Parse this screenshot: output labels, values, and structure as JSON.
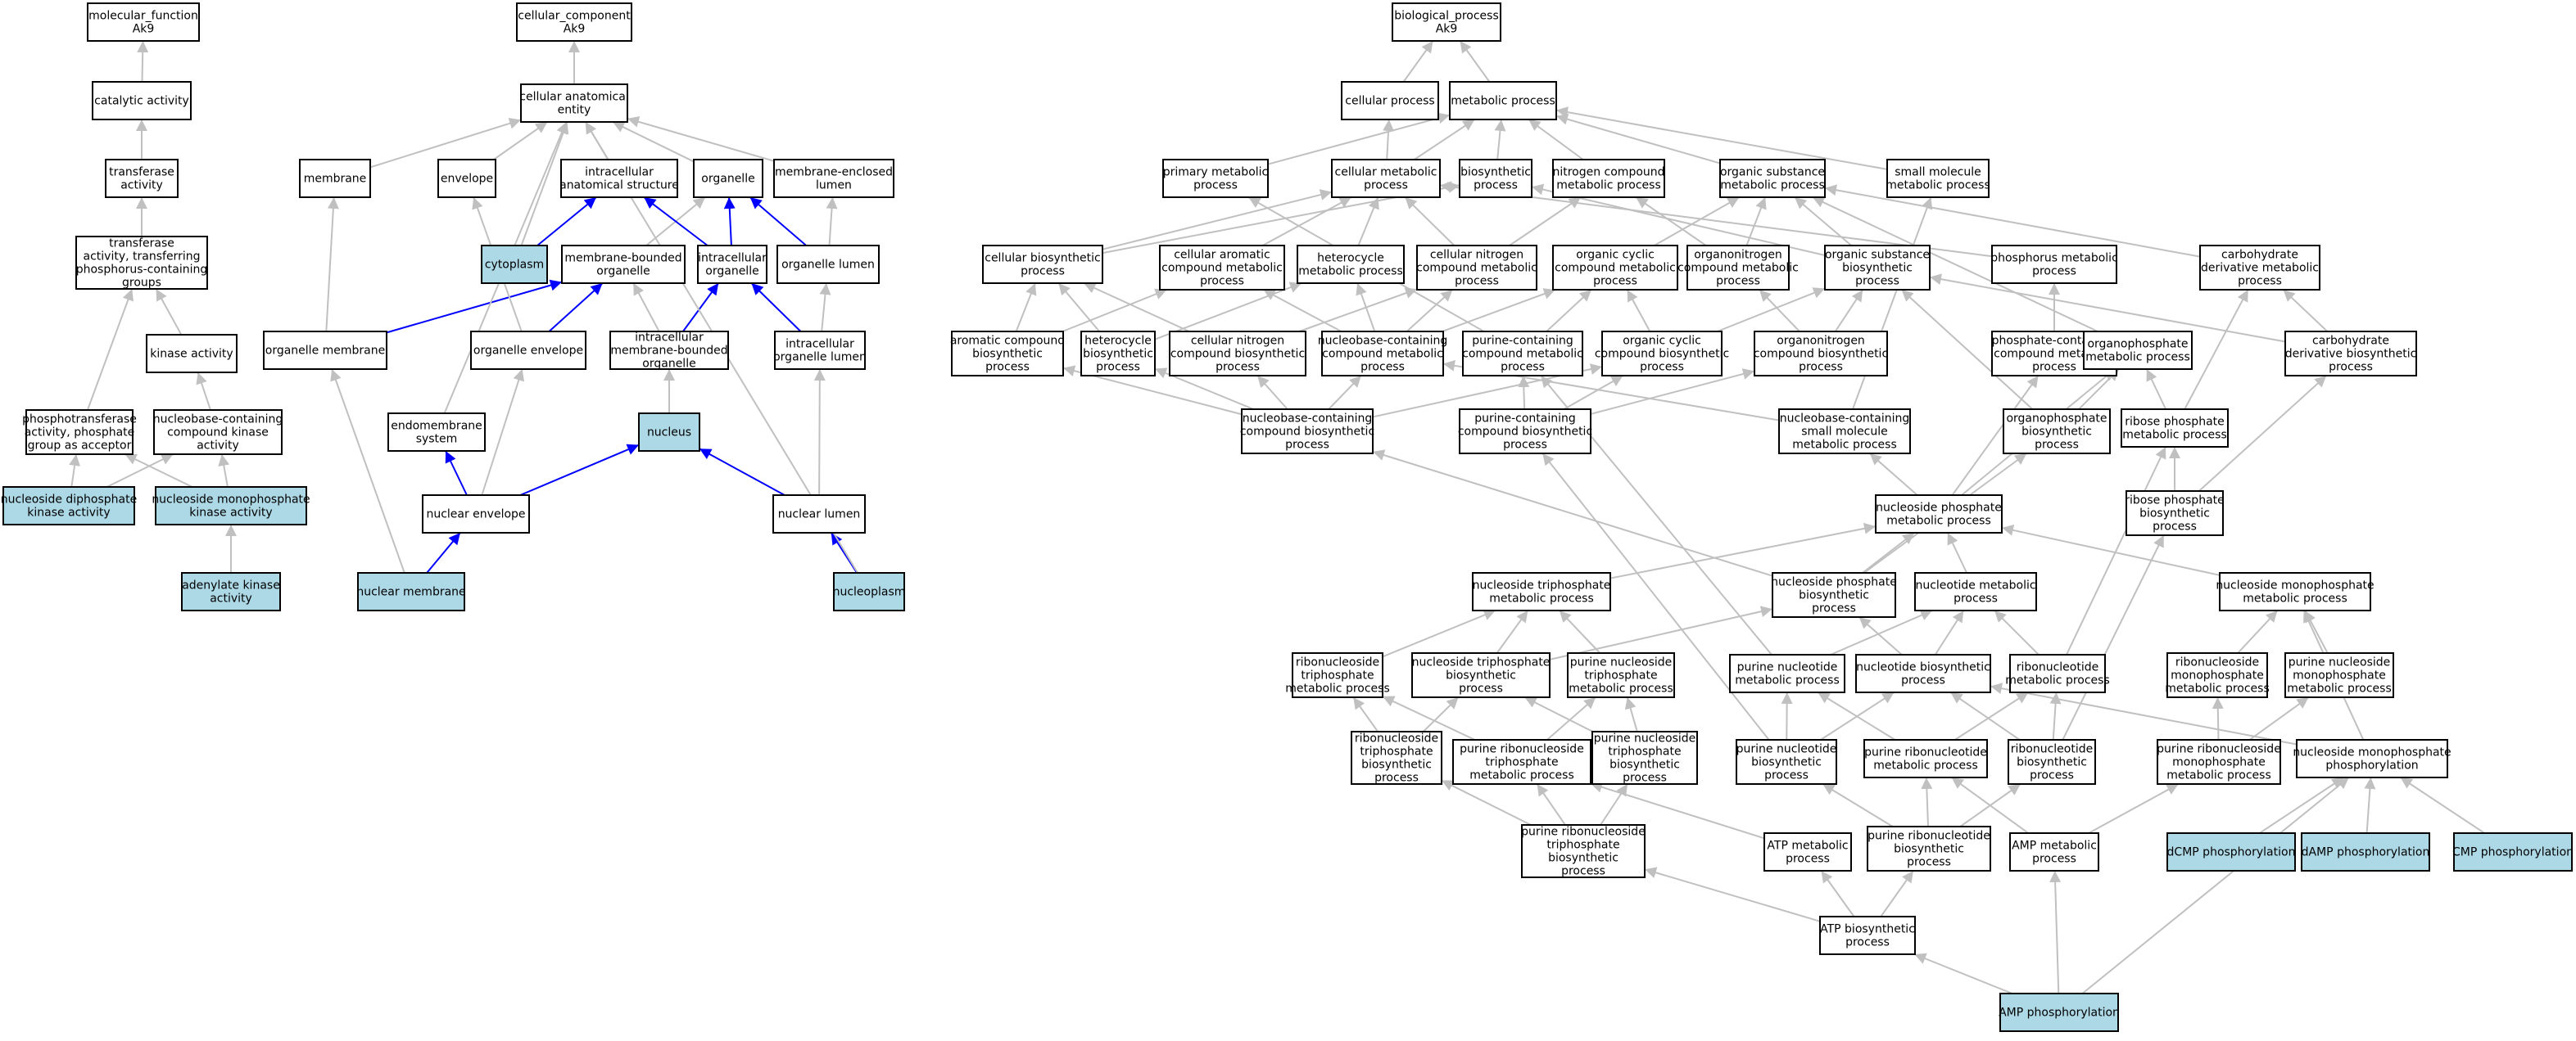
{
  "colors": {
    "node_fill": "#ffffff",
    "highlight_fill": "#add8e6",
    "edge_gray": "#c0c0c0",
    "edge_blue": "#0000ff",
    "border": "#000000"
  },
  "nodes": [
    {
      "id": "mf",
      "lines": [
        "molecular_function",
        "Ak9"
      ]
    },
    {
      "id": "cat",
      "lines": [
        "catalytic activity"
      ]
    },
    {
      "id": "trans",
      "lines": [
        "transferase",
        "activity"
      ]
    },
    {
      "id": "transP",
      "lines": [
        "transferase",
        "activity, transferring",
        "phosphorus-containing",
        "groups"
      ]
    },
    {
      "id": "kin",
      "lines": [
        "kinase activity"
      ]
    },
    {
      "id": "phos",
      "lines": [
        "phosphotransferase",
        "activity, phosphate",
        "group as acceptor"
      ]
    },
    {
      "id": "nbk",
      "lines": [
        "nucleobase-containing",
        "compound kinase",
        "activity"
      ]
    },
    {
      "id": "ndk",
      "lines": [
        "nucleoside diphosphate",
        "kinase activity"
      ],
      "hl": true
    },
    {
      "id": "nmk",
      "lines": [
        "nucleoside monophosphate",
        "kinase activity"
      ],
      "hl": true
    },
    {
      "id": "adk",
      "lines": [
        "adenylate kinase",
        "activity"
      ],
      "hl": true
    },
    {
      "id": "cc",
      "lines": [
        "cellular_component",
        "Ak9"
      ]
    },
    {
      "id": "cae",
      "lines": [
        "cellular anatomical",
        "entity"
      ]
    },
    {
      "id": "mem",
      "lines": [
        "membrane"
      ]
    },
    {
      "id": "env",
      "lines": [
        "envelope"
      ]
    },
    {
      "id": "ias",
      "lines": [
        "intracellular",
        "anatomical structure"
      ]
    },
    {
      "id": "org",
      "lines": [
        "organelle"
      ]
    },
    {
      "id": "mel",
      "lines": [
        "membrane-enclosed",
        "lumen"
      ]
    },
    {
      "id": "cyto",
      "lines": [
        "cytoplasm"
      ],
      "hl": true
    },
    {
      "id": "mbo",
      "lines": [
        "membrane-bounded",
        "organelle"
      ]
    },
    {
      "id": "io",
      "lines": [
        "intracellular",
        "organelle"
      ]
    },
    {
      "id": "ol",
      "lines": [
        "organelle lumen"
      ]
    },
    {
      "id": "om",
      "lines": [
        "organelle membrane"
      ]
    },
    {
      "id": "oe",
      "lines": [
        "organelle envelope"
      ]
    },
    {
      "id": "imbo",
      "lines": [
        "intracellular",
        "membrane-bounded",
        "organelle"
      ]
    },
    {
      "id": "iol",
      "lines": [
        "intracellular",
        "organelle lumen"
      ]
    },
    {
      "id": "ems",
      "lines": [
        "endomembrane",
        "system"
      ]
    },
    {
      "id": "nuc",
      "lines": [
        "nucleus"
      ],
      "hl": true
    },
    {
      "id": "ne",
      "lines": [
        "nuclear envelope"
      ]
    },
    {
      "id": "nl",
      "lines": [
        "nuclear lumen"
      ]
    },
    {
      "id": "nm",
      "lines": [
        "nuclear membrane"
      ],
      "hl": true
    },
    {
      "id": "np",
      "lines": [
        "nucleoplasm"
      ],
      "hl": true
    },
    {
      "id": "bp",
      "lines": [
        "biological_process",
        "Ak9"
      ]
    },
    {
      "id": "cp",
      "lines": [
        "cellular process"
      ]
    },
    {
      "id": "mp",
      "lines": [
        "metabolic process"
      ]
    },
    {
      "id": "pmp",
      "lines": [
        "primary metabolic",
        "process"
      ]
    },
    {
      "id": "cmp",
      "lines": [
        "cellular metabolic",
        "process"
      ]
    },
    {
      "id": "bsp",
      "lines": [
        "biosynthetic",
        "process"
      ]
    },
    {
      "id": "ncmp",
      "lines": [
        "nitrogen compound",
        "metabolic process"
      ]
    },
    {
      "id": "osmp",
      "lines": [
        "organic substance",
        "metabolic process"
      ]
    },
    {
      "id": "smmp",
      "lines": [
        "small molecule",
        "metabolic process"
      ]
    },
    {
      "id": "cbp",
      "lines": [
        "cellular biosynthetic",
        "process"
      ]
    },
    {
      "id": "cacmp",
      "lines": [
        "cellular aromatic",
        "compound metabolic",
        "process"
      ]
    },
    {
      "id": "hmp",
      "lines": [
        "heterocycle",
        "metabolic process"
      ]
    },
    {
      "id": "cncmp",
      "lines": [
        "cellular nitrogen",
        "compound metabolic",
        "process"
      ]
    },
    {
      "id": "occmp",
      "lines": [
        "organic cyclic",
        "compound metabolic",
        "process"
      ]
    },
    {
      "id": "oncmp",
      "lines": [
        "organonitrogen",
        "compound metabolic",
        "process"
      ]
    },
    {
      "id": "osbp",
      "lines": [
        "organic substance",
        "biosynthetic",
        "process"
      ]
    },
    {
      "id": "phmp",
      "lines": [
        "phosphorus metabolic",
        "process"
      ]
    },
    {
      "id": "cdmp",
      "lines": [
        "carbohydrate",
        "derivative metabolic",
        "process"
      ]
    },
    {
      "id": "acbp",
      "lines": [
        "aromatic compound",
        "biosynthetic",
        "process"
      ]
    },
    {
      "id": "hbp",
      "lines": [
        "heterocycle",
        "biosynthetic",
        "process"
      ]
    },
    {
      "id": "cncbp",
      "lines": [
        "cellular nitrogen",
        "compound biosynthetic",
        "process"
      ]
    },
    {
      "id": "nbcmp",
      "lines": [
        "nucleobase-containing",
        "compound metabolic",
        "process"
      ]
    },
    {
      "id": "pccmp",
      "lines": [
        "purine-containing",
        "compound metabolic",
        "process"
      ]
    },
    {
      "id": "occbp",
      "lines": [
        "organic cyclic",
        "compound biosynthetic",
        "process"
      ]
    },
    {
      "id": "oncbp",
      "lines": [
        "organonitrogen",
        "compound biosynthetic",
        "process"
      ]
    },
    {
      "id": "pcmp",
      "lines": [
        "phosphate-containing",
        "compound metabolic",
        "process"
      ]
    },
    {
      "id": "opmp",
      "lines": [
        "organophosphate",
        "metabolic process"
      ]
    },
    {
      "id": "cdbp",
      "lines": [
        "carbohydrate",
        "derivative biosynthetic",
        "process"
      ]
    },
    {
      "id": "nbcbp",
      "lines": [
        "nucleobase-containing",
        "compound biosynthetic",
        "process"
      ]
    },
    {
      "id": "pccbp",
      "lines": [
        "purine-containing",
        "compound biosynthetic",
        "process"
      ]
    },
    {
      "id": "nbsmmp",
      "lines": [
        "nucleobase-containing",
        "small molecule",
        "metabolic process"
      ]
    },
    {
      "id": "opbp",
      "lines": [
        "organophosphate",
        "biosynthetic",
        "process"
      ]
    },
    {
      "id": "rpmp",
      "lines": [
        "ribose phosphate",
        "metabolic process"
      ]
    },
    {
      "id": "nsphmp",
      "lines": [
        "nucleoside phosphate",
        "metabolic process"
      ]
    },
    {
      "id": "rpbp",
      "lines": [
        "ribose phosphate",
        "biosynthetic",
        "process"
      ]
    },
    {
      "id": "nstpmp",
      "lines": [
        "nucleoside triphosphate",
        "metabolic process"
      ]
    },
    {
      "id": "nsphbp",
      "lines": [
        "nucleoside phosphate",
        "biosynthetic",
        "process"
      ]
    },
    {
      "id": "ntmp",
      "lines": [
        "nucleotide metabolic",
        "process"
      ]
    },
    {
      "id": "nsmpmp",
      "lines": [
        "nucleoside monophosphate",
        "metabolic process"
      ]
    },
    {
      "id": "rntpmp",
      "lines": [
        "ribonucleoside",
        "triphosphate",
        "metabolic process"
      ]
    },
    {
      "id": "ntpbp",
      "lines": [
        "nucleoside triphosphate",
        "biosynthetic",
        "process"
      ]
    },
    {
      "id": "pntpmp",
      "lines": [
        "purine nucleoside",
        "triphosphate",
        "metabolic process"
      ]
    },
    {
      "id": "pntmp",
      "lines": [
        "purine nucleotide",
        "metabolic process"
      ]
    },
    {
      "id": "ntbp",
      "lines": [
        "nucleotide biosynthetic",
        "process"
      ]
    },
    {
      "id": "rntmp",
      "lines": [
        "ribonucleotide",
        "metabolic process"
      ]
    },
    {
      "id": "rnmpmp",
      "lines": [
        "ribonucleoside",
        "monophosphate",
        "metabolic process"
      ]
    },
    {
      "id": "pnmpmp",
      "lines": [
        "purine nucleoside",
        "monophosphate",
        "metabolic process"
      ]
    },
    {
      "id": "rntpbp",
      "lines": [
        "ribonucleoside",
        "triphosphate",
        "biosynthetic",
        "process"
      ]
    },
    {
      "id": "prntpmp",
      "lines": [
        "purine ribonucleoside",
        "triphosphate",
        "metabolic process"
      ]
    },
    {
      "id": "pntpbp",
      "lines": [
        "purine nucleoside",
        "triphosphate",
        "biosynthetic",
        "process"
      ]
    },
    {
      "id": "pntbp",
      "lines": [
        "purine nucleotide",
        "biosynthetic",
        "process"
      ]
    },
    {
      "id": "prntmp",
      "lines": [
        "purine ribonucleotide",
        "metabolic process"
      ]
    },
    {
      "id": "rntbp",
      "lines": [
        "ribonucleotide",
        "biosynthetic",
        "process"
      ]
    },
    {
      "id": "prnmpmp",
      "lines": [
        "purine ribonucleoside",
        "monophosphate",
        "metabolic process"
      ]
    },
    {
      "id": "nsmpph",
      "lines": [
        "nucleoside monophosphate",
        "phosphorylation"
      ]
    },
    {
      "id": "prntpbp",
      "lines": [
        "purine ribonucleoside",
        "triphosphate",
        "biosynthetic",
        "process"
      ]
    },
    {
      "id": "atpmp",
      "lines": [
        "ATP metabolic",
        "process"
      ]
    },
    {
      "id": "prntbp",
      "lines": [
        "purine ribonucleotide",
        "biosynthetic",
        "process"
      ]
    },
    {
      "id": "ampmp",
      "lines": [
        "AMP metabolic",
        "process"
      ]
    },
    {
      "id": "dcmp",
      "lines": [
        "dCMP phosphorylation"
      ],
      "hl": true
    },
    {
      "id": "damp",
      "lines": [
        "dAMP phosphorylation"
      ],
      "hl": true
    },
    {
      "id": "cmpph",
      "lines": [
        "CMP phosphorylation"
      ],
      "hl": true
    },
    {
      "id": "atpbp",
      "lines": [
        "ATP biosynthetic",
        "process"
      ]
    },
    {
      "id": "ampph",
      "lines": [
        "AMP phosphorylation"
      ],
      "hl": true
    }
  ],
  "edges": [
    [
      "cat",
      "mf"
    ],
    [
      "trans",
      "cat"
    ],
    [
      "transP",
      "trans"
    ],
    [
      "kin",
      "transP"
    ],
    [
      "phos",
      "transP"
    ],
    [
      "nbk",
      "kin"
    ],
    [
      "ndk",
      "phos"
    ],
    [
      "ndk",
      "nbk"
    ],
    [
      "nmk",
      "phos"
    ],
    [
      "nmk",
      "nbk"
    ],
    [
      "adk",
      "nmk"
    ],
    [
      "cae",
      "cc"
    ],
    [
      "mem",
      "cae"
    ],
    [
      "env",
      "cae"
    ],
    [
      "ias",
      "cae"
    ],
    [
      "org",
      "cae"
    ],
    [
      "mel",
      "cae"
    ],
    [
      "cyto",
      "cae"
    ],
    [
      "cyto",
      "ias",
      "blue"
    ],
    [
      "mbo",
      "org"
    ],
    [
      "io",
      "org",
      "blue"
    ],
    [
      "io",
      "ias",
      "blue"
    ],
    [
      "ol",
      "mel"
    ],
    [
      "ol",
      "org",
      "blue"
    ],
    [
      "om",
      "mem"
    ],
    [
      "om",
      "mbo",
      "blue"
    ],
    [
      "oe",
      "mbo",
      "blue"
    ],
    [
      "oe",
      "env"
    ],
    [
      "imbo",
      "io",
      "blue"
    ],
    [
      "imbo",
      "mbo"
    ],
    [
      "iol",
      "ol"
    ],
    [
      "iol",
      "io",
      "blue"
    ],
    [
      "ems",
      "cae"
    ],
    [
      "nuc",
      "imbo"
    ],
    [
      "ne",
      "oe"
    ],
    [
      "ne",
      "ems",
      "blue"
    ],
    [
      "ne",
      "nuc",
      "blue"
    ],
    [
      "nl",
      "iol"
    ],
    [
      "nl",
      "nuc",
      "blue"
    ],
    [
      "nm",
      "om"
    ],
    [
      "nm",
      "ne",
      "blue"
    ],
    [
      "np",
      "nl",
      "blue"
    ],
    [
      "np",
      "cae"
    ],
    [
      "cp",
      "bp"
    ],
    [
      "mp",
      "bp"
    ],
    [
      "pmp",
      "mp"
    ],
    [
      "cmp",
      "cp"
    ],
    [
      "cmp",
      "mp"
    ],
    [
      "bsp",
      "mp"
    ],
    [
      "ncmp",
      "mp"
    ],
    [
      "osmp",
      "mp"
    ],
    [
      "smmp",
      "mp"
    ],
    [
      "cbp",
      "cmp"
    ],
    [
      "cbp",
      "bsp"
    ],
    [
      "cacmp",
      "cmp"
    ],
    [
      "hmp",
      "cmp"
    ],
    [
      "cncmp",
      "cmp"
    ],
    [
      "cncmp",
      "ncmp"
    ],
    [
      "occmp",
      "osmp"
    ],
    [
      "oncmp",
      "osmp"
    ],
    [
      "oncmp",
      "ncmp"
    ],
    [
      "osbp",
      "osmp"
    ],
    [
      "osbp",
      "bsp"
    ],
    [
      "phmp",
      "cmp"
    ],
    [
      "cdmp",
      "osmp"
    ],
    [
      "acbp",
      "cacmp"
    ],
    [
      "acbp",
      "cbp"
    ],
    [
      "hbp",
      "hmp"
    ],
    [
      "hbp",
      "cbp"
    ],
    [
      "cncbp",
      "cncmp"
    ],
    [
      "cncbp",
      "cbp"
    ],
    [
      "nbcmp",
      "cacmp"
    ],
    [
      "nbcmp",
      "hmp"
    ],
    [
      "nbcmp",
      "cncmp"
    ],
    [
      "nbcmp",
      "occmp"
    ],
    [
      "pccmp",
      "occmp"
    ],
    [
      "pccmp",
      "pmp"
    ],
    [
      "occbp",
      "occmp"
    ],
    [
      "occbp",
      "osbp"
    ],
    [
      "oncbp",
      "oncmp"
    ],
    [
      "oncbp",
      "osbp"
    ],
    [
      "pcmp",
      "phmp"
    ],
    [
      "opmp",
      "pcmp"
    ],
    [
      "opmp",
      "osmp"
    ],
    [
      "cdbp",
      "cdmp"
    ],
    [
      "cdbp",
      "osbp"
    ],
    [
      "nbcbp",
      "nbcmp"
    ],
    [
      "nbcbp",
      "acbp"
    ],
    [
      "nbcbp",
      "hbp"
    ],
    [
      "nbcbp",
      "cncbp"
    ],
    [
      "nbcbp",
      "occbp"
    ],
    [
      "pccbp",
      "pccmp"
    ],
    [
      "pccbp",
      "occbp"
    ],
    [
      "pccbp",
      "oncbp"
    ],
    [
      "nbsmmp",
      "nbcmp"
    ],
    [
      "nbsmmp",
      "smmp"
    ],
    [
      "opbp",
      "opmp"
    ],
    [
      "opbp",
      "osbp"
    ],
    [
      "rpmp",
      "opmp"
    ],
    [
      "rpmp",
      "cdmp"
    ],
    [
      "nsphmp",
      "nbsmmp"
    ],
    [
      "nsphmp",
      "opmp"
    ],
    [
      "nsphmp",
      "pcmp"
    ],
    [
      "rpbp",
      "rpmp"
    ],
    [
      "rpbp",
      "cdbp"
    ],
    [
      "nstpmp",
      "nsphmp"
    ],
    [
      "nsphbp",
      "nsphmp"
    ],
    [
      "nsphbp",
      "nbcbp"
    ],
    [
      "nsphbp",
      "opbp"
    ],
    [
      "ntmp",
      "nsphmp"
    ],
    [
      "nsmpmp",
      "nsphmp"
    ],
    [
      "rntpmp",
      "nstpmp"
    ],
    [
      "ntpbp",
      "nstpmp"
    ],
    [
      "ntpbp",
      "nsphbp"
    ],
    [
      "pntpmp",
      "nstpmp"
    ],
    [
      "pntmp",
      "ntmp"
    ],
    [
      "pntmp",
      "pccmp"
    ],
    [
      "ntbp",
      "ntmp"
    ],
    [
      "ntbp",
      "nsphbp"
    ],
    [
      "rntmp",
      "ntmp"
    ],
    [
      "rntmp",
      "rpmp"
    ],
    [
      "rnmpmp",
      "nsmpmp"
    ],
    [
      "pnmpmp",
      "nsmpmp"
    ],
    [
      "rntpbp",
      "rntpmp"
    ],
    [
      "rntpbp",
      "ntpbp"
    ],
    [
      "prntpmp",
      "rntpmp"
    ],
    [
      "prntpmp",
      "pntpmp"
    ],
    [
      "pntpbp",
      "pntpmp"
    ],
    [
      "pntpbp",
      "ntpbp"
    ],
    [
      "pntbp",
      "pntmp"
    ],
    [
      "pntbp",
      "ntbp"
    ],
    [
      "pntbp",
      "pccbp"
    ],
    [
      "prntmp",
      "pntmp"
    ],
    [
      "prntmp",
      "rntmp"
    ],
    [
      "rntbp",
      "rntmp"
    ],
    [
      "rntbp",
      "ntbp"
    ],
    [
      "rntbp",
      "rpbp"
    ],
    [
      "prnmpmp",
      "rnmpmp"
    ],
    [
      "prnmpmp",
      "pnmpmp"
    ],
    [
      "nsmpph",
      "nsmpmp"
    ],
    [
      "nsmpph",
      "ntbp"
    ],
    [
      "prntpbp",
      "prntpmp"
    ],
    [
      "prntpbp",
      "pntpbp"
    ],
    [
      "prntpbp",
      "rntpbp"
    ],
    [
      "atpmp",
      "prntpmp"
    ],
    [
      "prntbp",
      "pntbp"
    ],
    [
      "prntbp",
      "prntmp"
    ],
    [
      "prntbp",
      "rntbp"
    ],
    [
      "ampmp",
      "prntmp"
    ],
    [
      "ampmp",
      "prnmpmp"
    ],
    [
      "dcmp",
      "nsmpph"
    ],
    [
      "damp",
      "nsmpph"
    ],
    [
      "cmpph",
      "nsmpph"
    ],
    [
      "atpbp",
      "atpmp"
    ],
    [
      "atpbp",
      "prntpbp"
    ],
    [
      "atpbp",
      "prntbp"
    ],
    [
      "ampph",
      "ampmp"
    ],
    [
      "ampph",
      "atpbp"
    ],
    [
      "ampph",
      "nsmpph"
    ]
  ]
}
